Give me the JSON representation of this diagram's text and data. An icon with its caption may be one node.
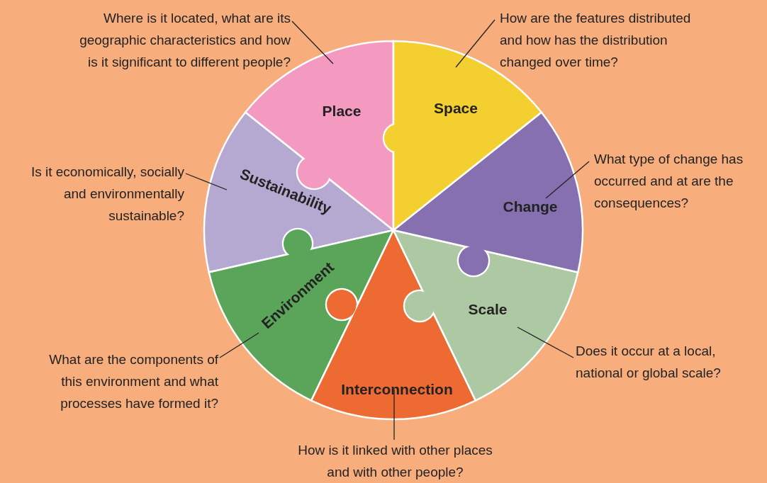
{
  "diagram": {
    "nodes": [
      {
        "text": [
          "Place"
        ]
      },
      {
        "text": [
          "Space"
        ]
      },
      {
        "text": [
          "Sustainability"
        ]
      },
      {
        "text": [
          "Change"
        ]
      },
      {
        "text": [
          "Environment"
        ]
      },
      {
        "text": [
          "Scale"
        ]
      },
      {
        "text": [
          "Interconnection"
        ]
      },
      {
        "text": [
          "Where is it located, what are its geographic characteristics and how is it significant to different people?"
        ]
      },
      {
        "text": [
          "How are the features distributed and how has the distribution changed over time?"
        ]
      },
      {
        "text": [
          "Is it economically, socially and environmentally sustainable?"
        ]
      },
      {
        "text": [
          "What type of change has occurred and at are the consequences?"
        ]
      },
      {
        "text": [
          "What are the components of this environment and what processes have formed it?"
        ]
      },
      {
        "text": [
          "Does it occur at a local, national or global scale?"
        ]
      },
      {
        "text": [
          "How is it linked with other places and with other people?"
        ]
      }
    ],
    "edges": [
      {
        "from": 7,
        "to": 0,
        "arrow": "none"
      },
      {
        "from": 8,
        "to": 1,
        "arrow": "none"
      },
      {
        "from": 9,
        "to": 2,
        "arrow": "none"
      },
      {
        "from": 10,
        "to": 3,
        "arrow": "none"
      },
      {
        "from": 11,
        "to": 4,
        "arrow": "none"
      },
      {
        "from": 12,
        "to": 5,
        "arrow": "none"
      },
      {
        "from": 13,
        "to": 6,
        "arrow": "none"
      }
    ]
  }
}
